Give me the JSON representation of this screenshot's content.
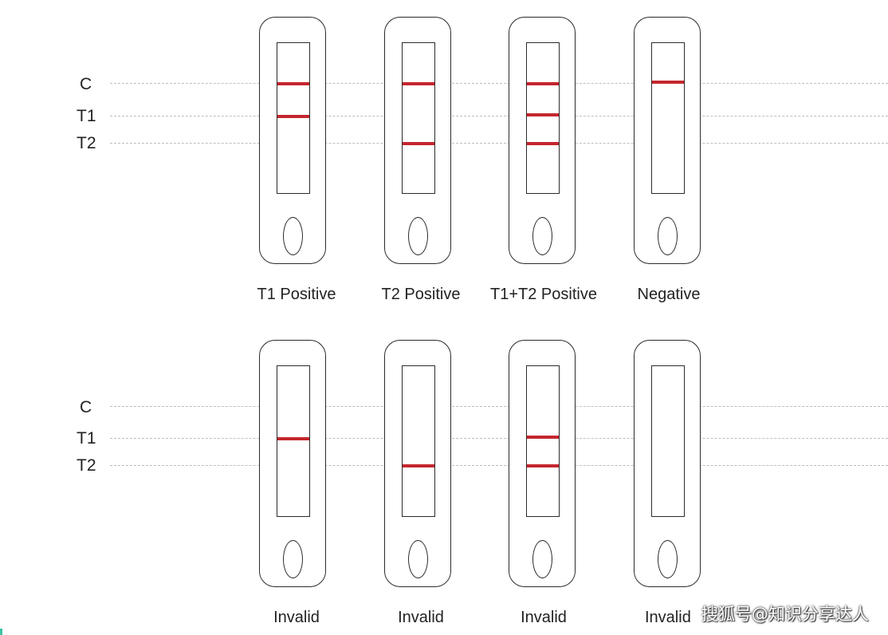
{
  "rows": [
    {
      "marker_labels": [
        "C",
        "T1",
        "T2"
      ],
      "cassettes": [
        {
          "label": "T1 Positive",
          "lines": [
            "C",
            "T1"
          ]
        },
        {
          "label": "T2 Positive",
          "lines": [
            "C",
            "T2"
          ]
        },
        {
          "label": "T1+T2 Positive",
          "lines": [
            "C",
            "T1",
            "T2"
          ]
        },
        {
          "label": "Negative",
          "lines": [
            "C"
          ]
        }
      ]
    },
    {
      "marker_labels": [
        "C",
        "T1",
        "T2"
      ],
      "cassettes": [
        {
          "label": "Invalid",
          "lines": [
            "T1"
          ]
        },
        {
          "label": "Invalid",
          "lines": [
            "T2"
          ]
        },
        {
          "label": "Invalid",
          "lines": [
            "T1",
            "T2"
          ]
        },
        {
          "label": "Invalid",
          "lines": []
        }
      ]
    }
  ],
  "watermark": "搜狐号@知识分享达人",
  "colors": {
    "test_line": "#c4262e",
    "outline": "#2b2b2b",
    "guide": "#bdbdbd"
  }
}
